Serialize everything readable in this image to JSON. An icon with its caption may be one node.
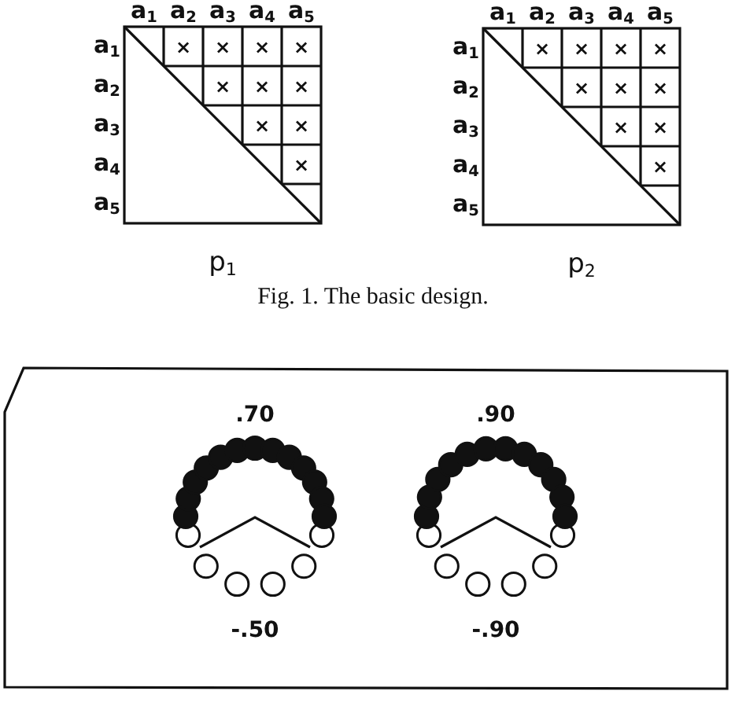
{
  "diagram": {
    "caption": "Fig. 1. The basic design.",
    "labels": [
      "a$_{1}$",
      "a$_{2}$",
      "a$_{3}$",
      "a$_{4}$",
      "a$_{5}$",
      "a$_{1}$",
      "×",
      "×",
      "×",
      "×",
      "a$_{2}$",
      "×",
      "×",
      "×",
      "a$_{3}$",
      "×",
      "×",
      "a$_{4}$",
      "×",
      "a$_{5}$",
      "p$_{1}$",
      "a$_{1}$",
      "a$_{2}$",
      "a$_{3}$",
      "a$_{4}$",
      "a$_{5}$",
      "a$_{1}$",
      "×",
      "×",
      "×",
      "×",
      "a$_{2}$",
      "×",
      "×",
      "×",
      "a$_{3}$",
      "×",
      "×",
      "a$_{4}$",
      "×",
      "a$_{5}$",
      "p$_{2}$",
      ".70",
      ".90",
      "-.50",
      "-.90"
    ]
  }
}
